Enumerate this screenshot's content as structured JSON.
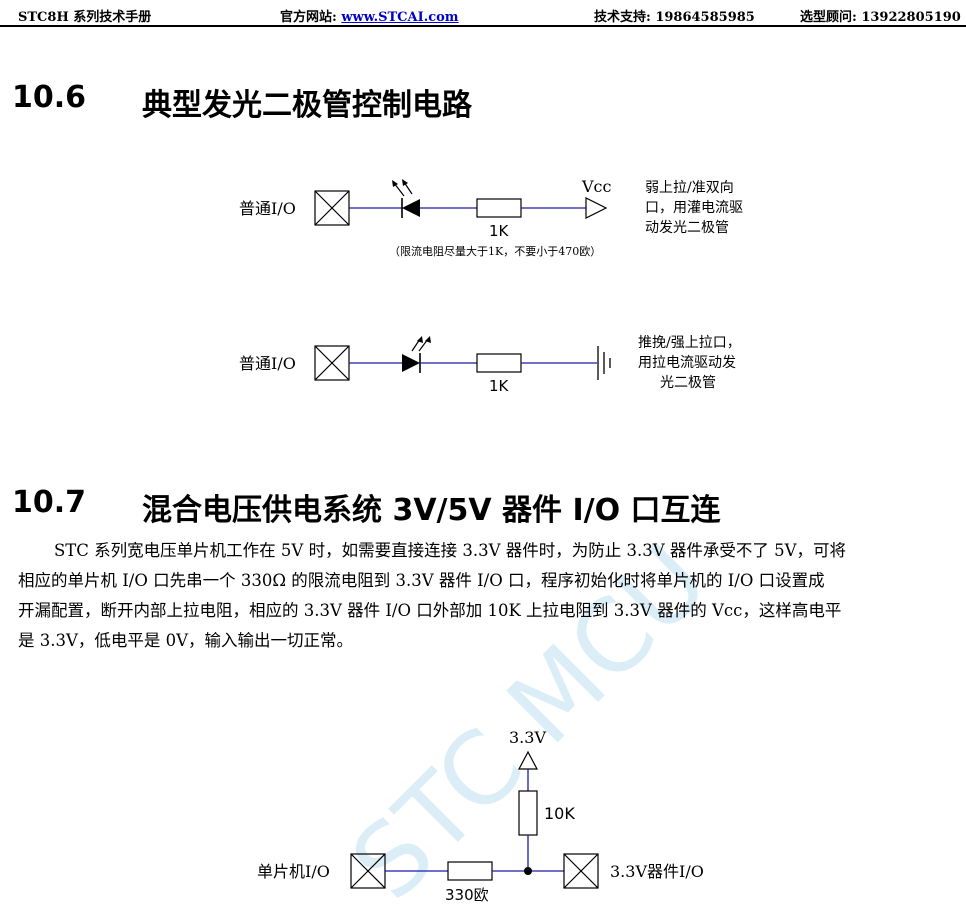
{
  "header": {
    "manual": "STC8H 系列技术手册",
    "website_label": "官方网站: ",
    "website_url": "www.STCAI.com",
    "support": "技术支持: 19864585985",
    "selection": "选型顾问: 13922805190"
  },
  "section_10_6": {
    "number": "10.6",
    "title": "典型发光二极管控制电路",
    "circuit1": {
      "io_label": "普通I/O",
      "resistor": "1K",
      "note": "（限流电阻尽量大于1K，不要小于470欧）",
      "supply": "Vcc",
      "desc": [
        "弱上拉/准双向",
        "口，用灌电流驱",
        "动发光二极管"
      ]
    },
    "circuit2": {
      "io_label": "普通I/O",
      "resistor": "1K",
      "desc": [
        "推挽/强上拉口，",
        "用拉电流驱动发",
        "光二极管"
      ]
    }
  },
  "section_10_7": {
    "number": "10.7",
    "title": "混合电压供电系统 3V/5V 器件 I/O 口互连",
    "paragraph": [
      "STC 系列宽电压单片机工作在 5V 时，如需要直接连接 3.3V 器件时，为防止 3.3V 器件承受不了 5V，可将",
      "相应的单片机 I/O 口先串一个 330Ω 的限流电阻到 3.3V 器件 I/O 口，程序初始化时将单片机的 I/O 口设置成",
      "开漏配置，断开内部上拉电阻，相应的 3.3V 器件 I/O 口外部加 10K 上拉电阻到 3.3V 器件的 Vcc，这样高电平",
      "是 3.3V，低电平是 0V，输入输出一切正常。"
    ],
    "circuit": {
      "supply": "3.3V",
      "pullup": "10K",
      "series": "330欧",
      "mcu_label": "单片机I/O",
      "device_label": "3.3V器件I/O"
    }
  },
  "watermark": "STC MCU",
  "colors": {
    "wire": "#1a1aa8",
    "link": "#0000cc",
    "watermark": "#cfe9f6"
  }
}
